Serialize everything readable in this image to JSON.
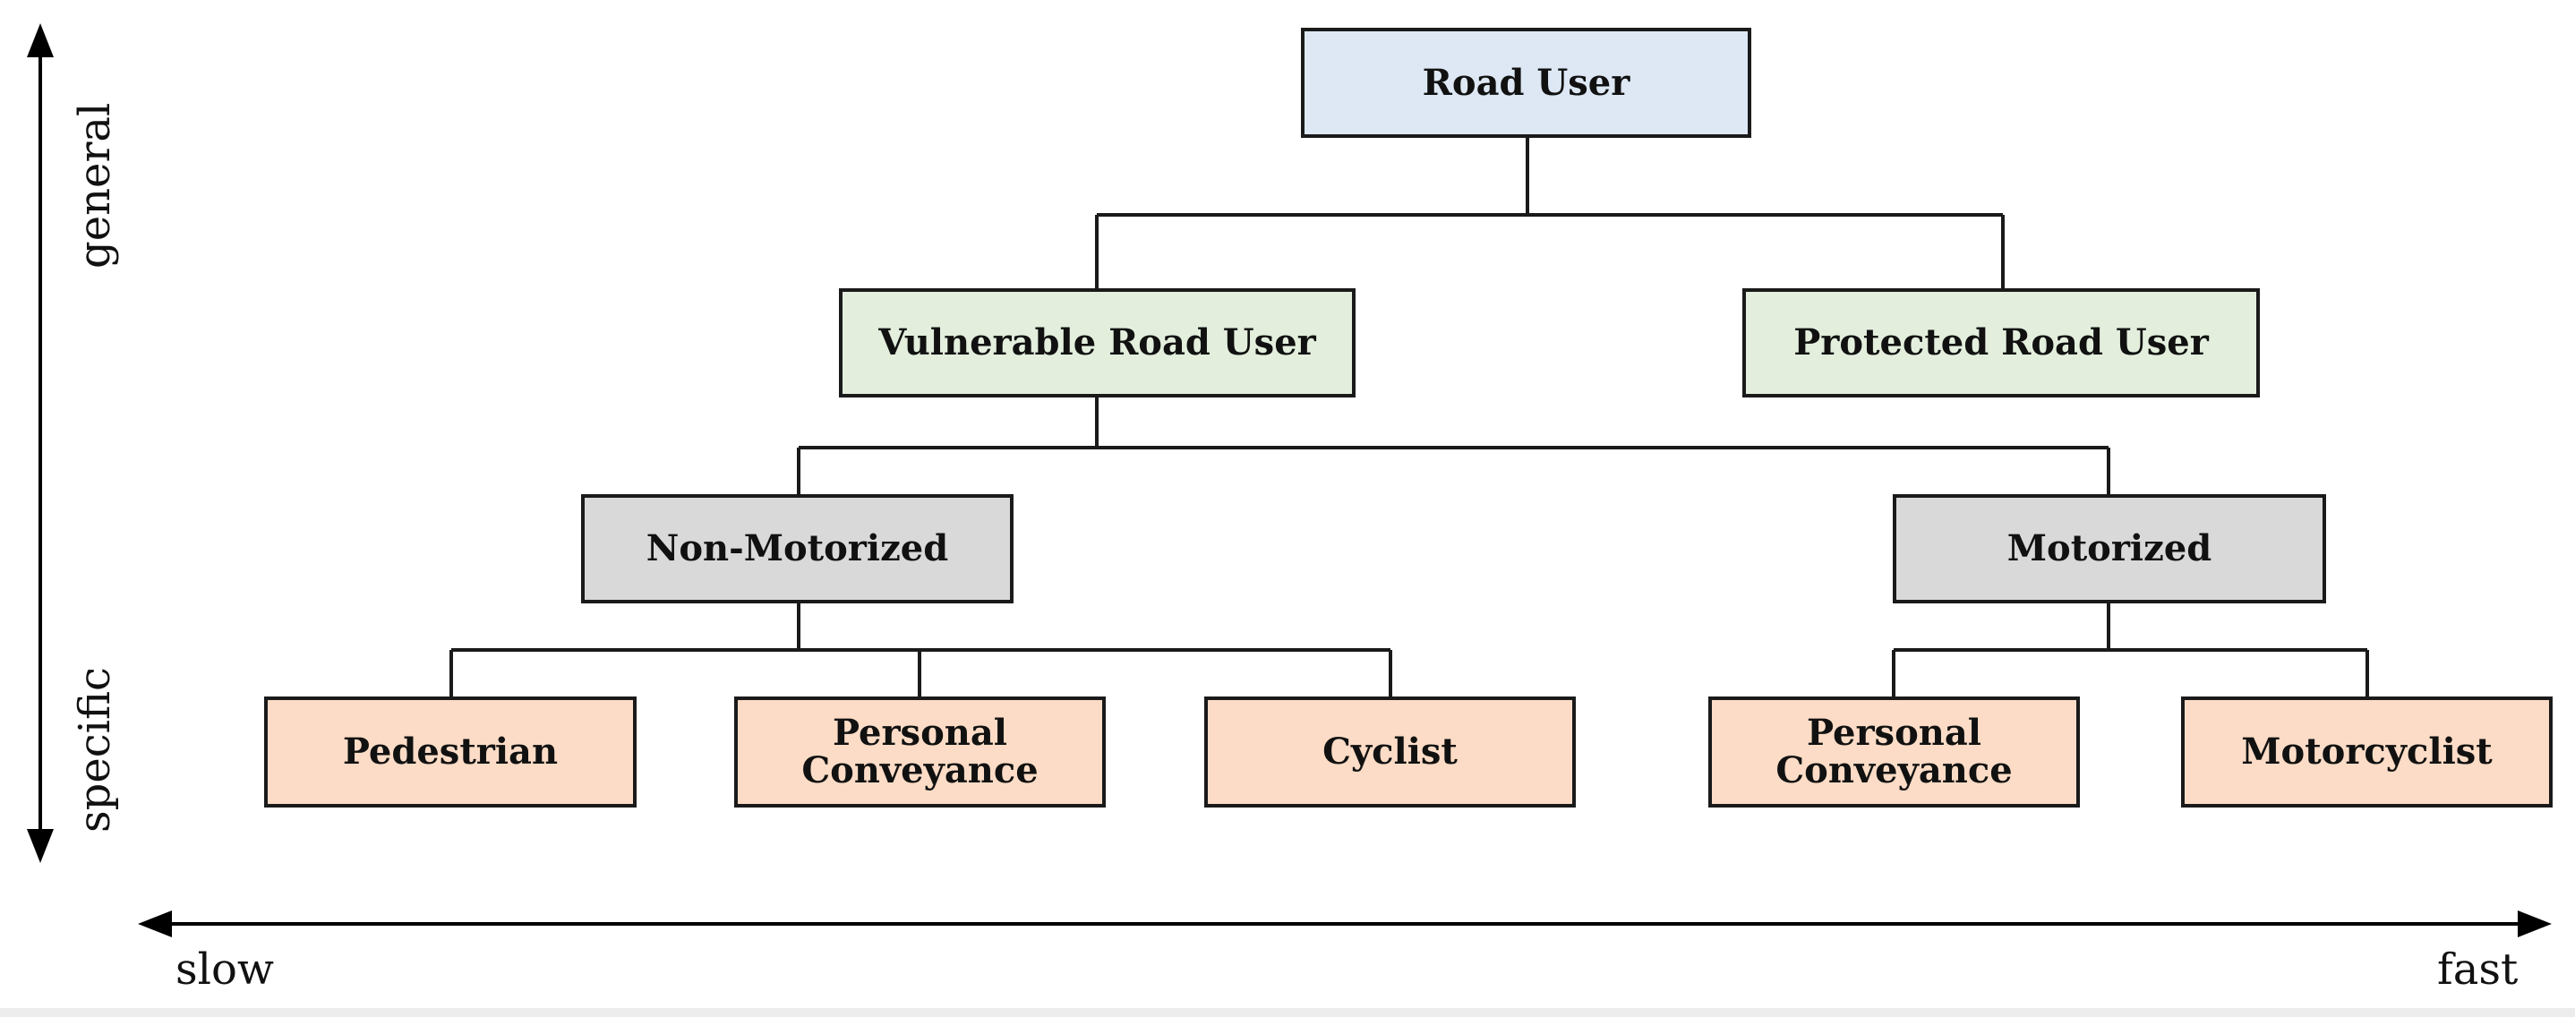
{
  "nodes": {
    "road_user": "Road User",
    "vulnerable": "Vulnerable Road User",
    "protected": "Protected Road User",
    "non_motorized": "Non-Motorized",
    "motorized": "Motorized",
    "pedestrian": "Pedestrian",
    "personal_conveyance_1": [
      "Personal",
      "Conveyance"
    ],
    "cyclist": "Cyclist",
    "personal_conveyance_2": [
      "Personal",
      "Conveyance"
    ],
    "motorcyclist": "Motorcyclist"
  },
  "axes": {
    "vertical_top": "general",
    "vertical_bottom": "specific",
    "horizontal_left": "slow",
    "horizontal_right": "fast"
  },
  "colors": {
    "root_fill": "#dde8f4",
    "level1_fill": "#e3eedd",
    "level2_fill": "#d9d9d9",
    "leaf_fill": "#fcdcc6",
    "line": "#1a1a1a"
  }
}
